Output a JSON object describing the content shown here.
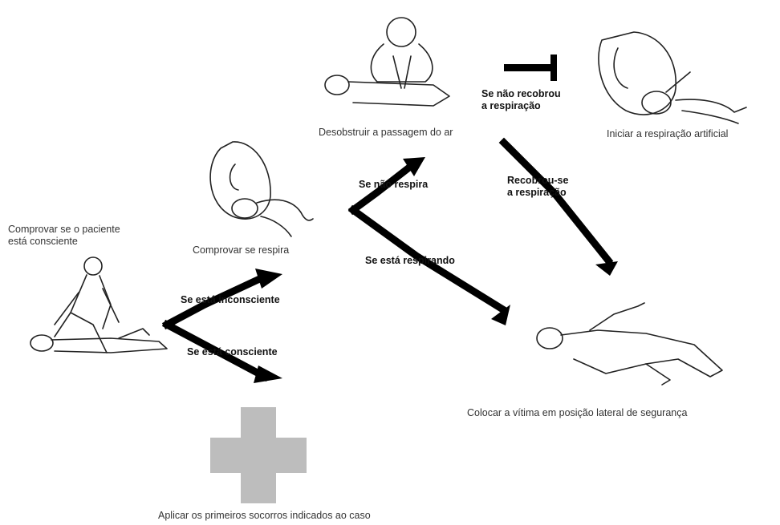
{
  "steps": {
    "check_conscious": "Comprovar se o paciente\nestá consciente",
    "check_breathing": "Comprovar se respira",
    "clear_airway": "Desobstruir a passagem do ar",
    "artificial_respiration": "Iniciar a respiração artificial",
    "recovery_position": "Colocar a vítima em posição lateral de segurança",
    "first_aid": "Aplicar os primeiros socorros indicados ao caso"
  },
  "transitions": {
    "if_unconscious": "Se está inconsciente",
    "if_conscious": "Se está consciente",
    "if_not_breathing": "Se não respira",
    "if_breathing": "Se está respirando",
    "if_not_recovered": "Se não recobrou\na respiração",
    "recovered": "Recobrou-se\na respiração"
  },
  "colors": {
    "arrow": "#000000",
    "cross": "#bdbdbd",
    "line_art": "#222222"
  },
  "icons": [
    "first-aid-cross-icon"
  ]
}
